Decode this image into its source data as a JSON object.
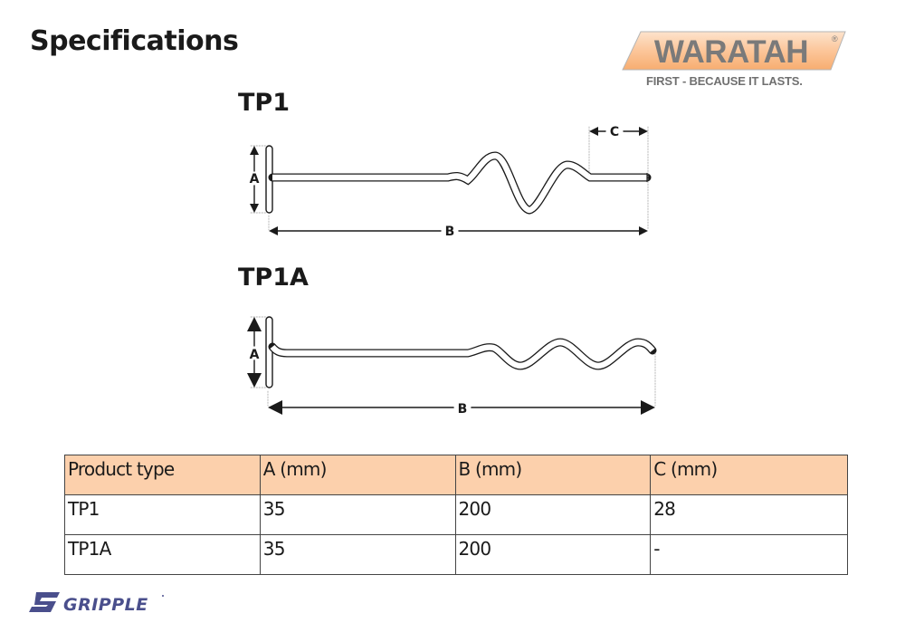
{
  "page": {
    "title": "Specifications"
  },
  "brand": {
    "waratah_name": "WARATAH",
    "waratah_registered": "®",
    "waratah_tagline": "FIRST - BECAUSE IT LASTS.",
    "waratah_color": "#fcc69a",
    "waratah_text_color": "#7a7a7a",
    "gripple_name": "GRIPPLE",
    "gripple_color": "#4a4f8c"
  },
  "products": [
    {
      "name": "TP1",
      "dimension_labels": {
        "a": "A",
        "b": "B",
        "c": "C"
      }
    },
    {
      "name": "TP1A",
      "dimension_labels": {
        "a": "A",
        "b": "B"
      }
    }
  ],
  "table": {
    "header_color": "#fcd0ac",
    "columns": [
      "Product type",
      "A (mm)",
      "B (mm)",
      "C (mm)"
    ],
    "rows": [
      [
        "TP1",
        "35",
        "200",
        "28"
      ],
      [
        "TP1A",
        "35",
        "200",
        "-"
      ]
    ]
  }
}
